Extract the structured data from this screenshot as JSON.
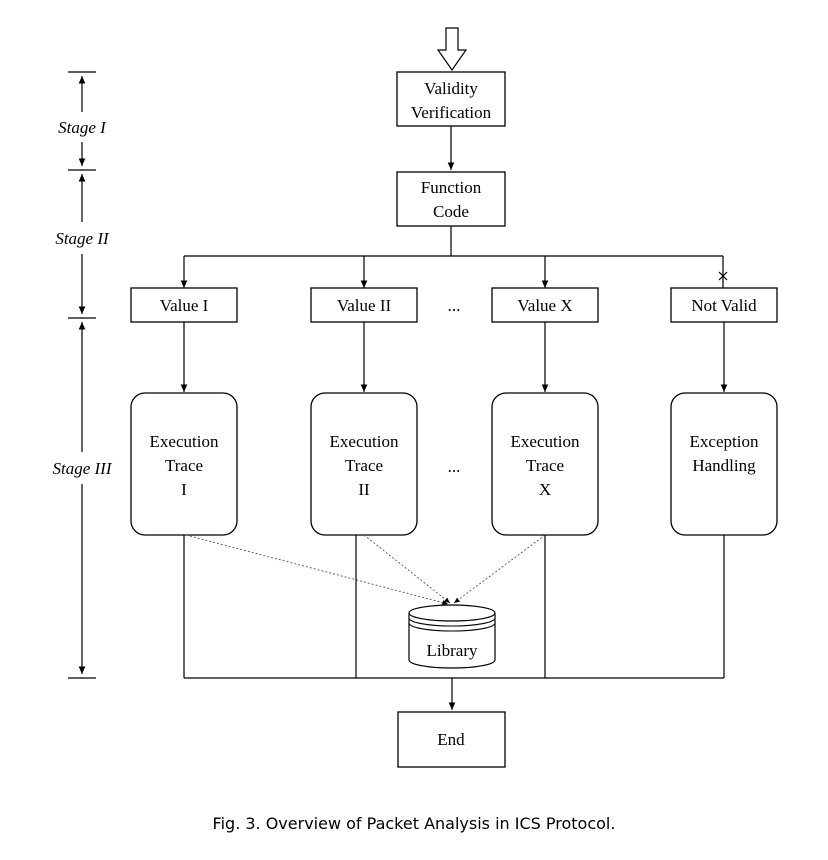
{
  "stages": {
    "stage1": "Stage I",
    "stage2": "Stage II",
    "stage3": "Stage III"
  },
  "nodes": {
    "validity": [
      "Validity",
      "Verification"
    ],
    "function_code": [
      "Function",
      "Code"
    ],
    "value1": "Value I",
    "value2": "Value II",
    "value_ellipsis": "...",
    "valuex": "Value X",
    "not_valid": "Not Valid",
    "trace1": [
      "Execution",
      "Trace",
      "I"
    ],
    "trace2": [
      "Execution",
      "Trace",
      "II"
    ],
    "trace_ellipsis": "...",
    "tracex": [
      "Execution",
      "Trace",
      "X"
    ],
    "exception": [
      "Exception",
      "Handling"
    ],
    "library": "Library",
    "end": "End"
  },
  "caption": "Fig. 3.  Overview of Packet Analysis in ICS Protocol."
}
